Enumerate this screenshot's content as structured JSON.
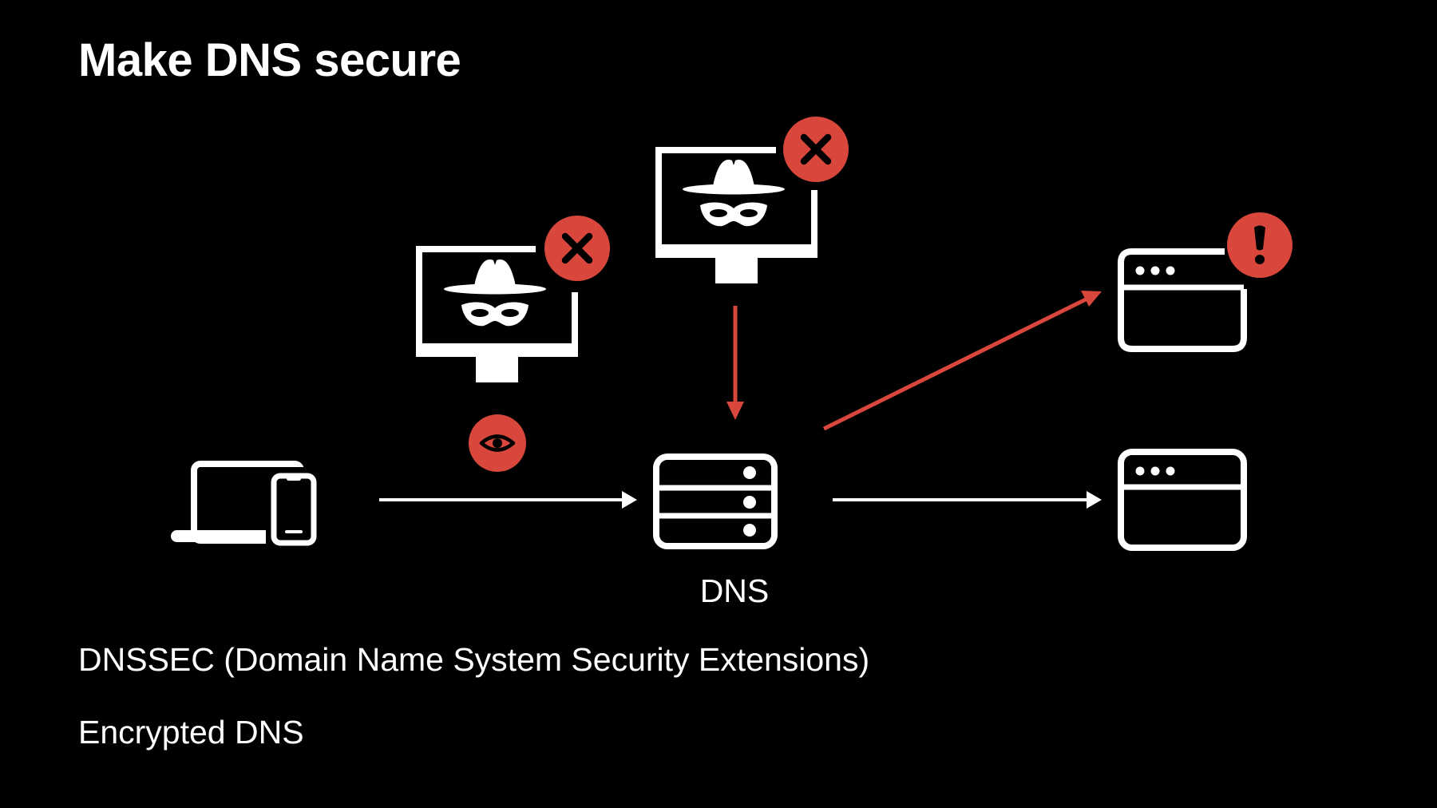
{
  "slide": {
    "title": "Make DNS secure"
  },
  "diagram": {
    "dns_label": "DNS",
    "colors": {
      "background": "#000000",
      "foreground": "#ffffff",
      "alert": "#d9473c"
    },
    "icons": [
      "laptop-phone-icon",
      "eavesdropper-monitor-icon",
      "blocked-x-icon",
      "eye-icon",
      "dns-server-icon",
      "browser-window-icon",
      "warning-exclamation-icon"
    ]
  },
  "bullets": [
    "DNSSEC (Domain Name System Security Extensions)",
    "Encrypted DNS"
  ]
}
